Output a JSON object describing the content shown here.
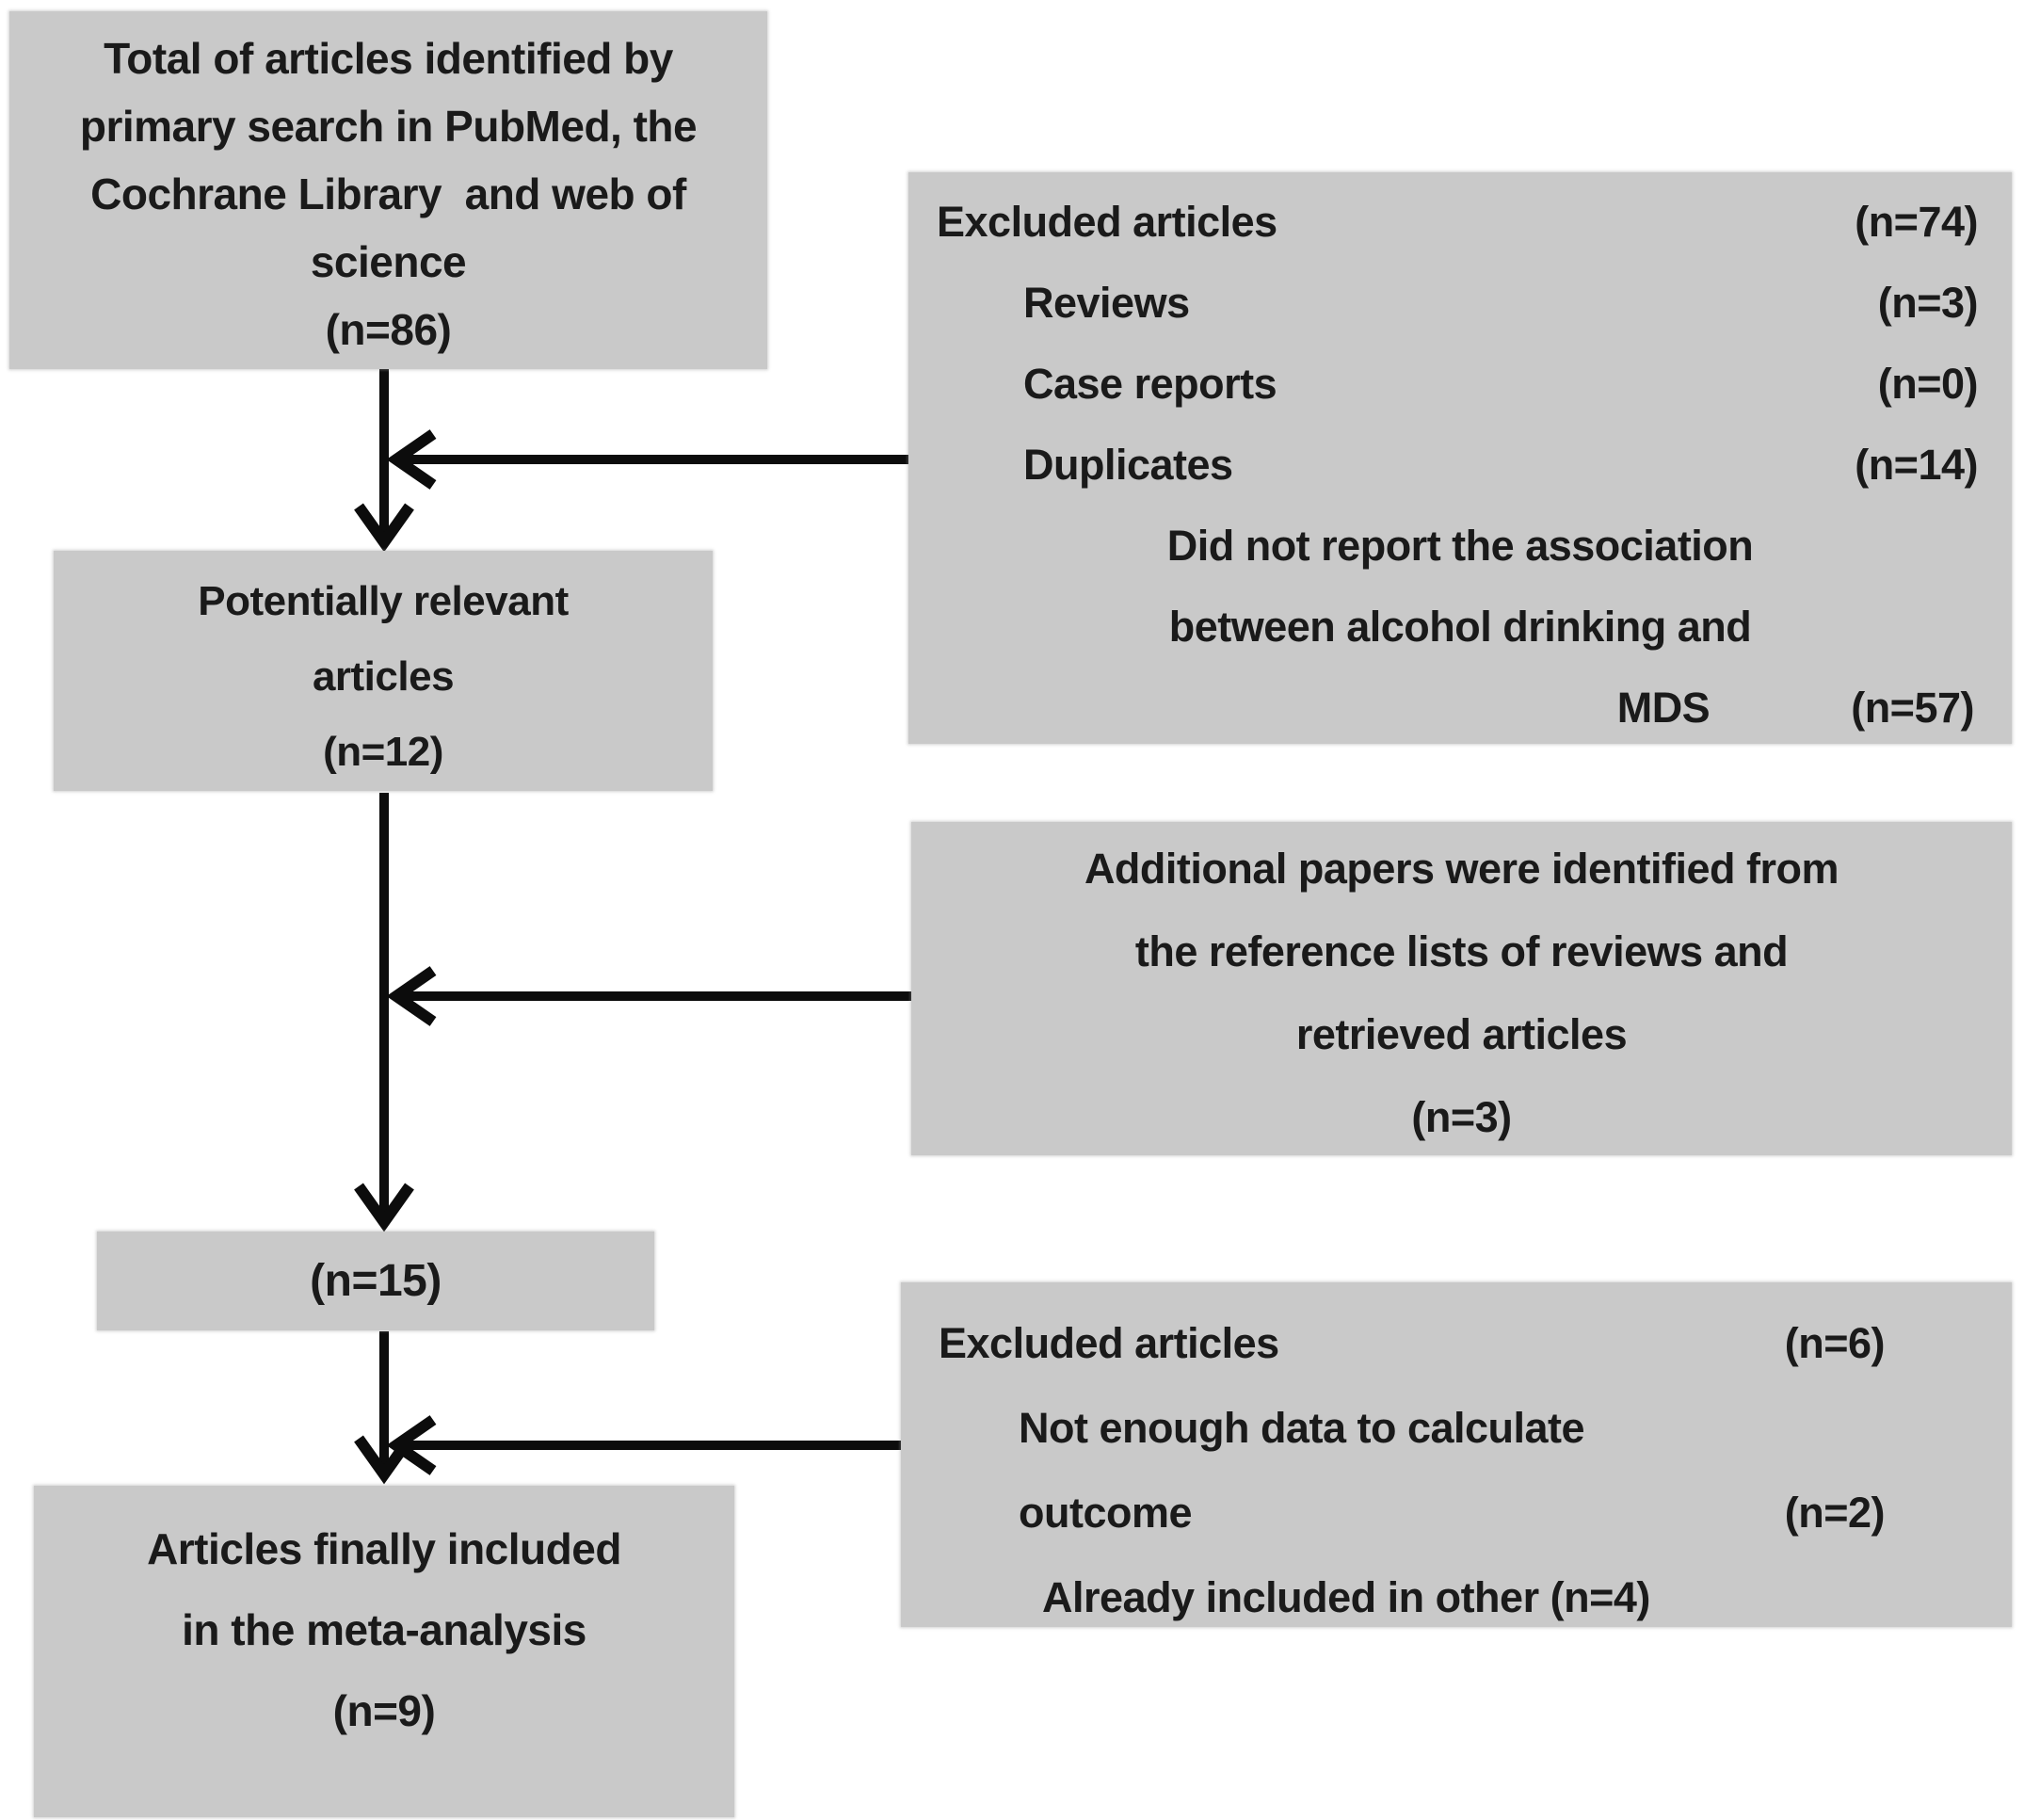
{
  "diagram": {
    "identified_box": {
      "lines": [
        "Total of articles identified by",
        "primary search in PubMed, the",
        "Cochrane Library  and web of",
        "science",
        "(n=86)"
      ]
    },
    "excluded_box_1": {
      "rows": [
        {
          "label": "Excluded articles",
          "value": "(n=74)"
        },
        {
          "label": "Reviews",
          "value": "(n=3)"
        },
        {
          "label": "Case reports",
          "value": "(n=0)"
        },
        {
          "label": "Duplicates",
          "value": "(n=14)"
        }
      ],
      "wrap_line_1": "Did not report the association",
      "wrap_line_2": "between alcohol drinking and",
      "wrap_label": "MDS",
      "wrap_value": "(n=57)"
    },
    "relevant_box": {
      "lines": [
        "Potentially relevant",
        "articles",
        "(n=12)"
      ]
    },
    "additional_box": {
      "lines": [
        "Additional papers were identified from",
        "the reference lists of reviews and",
        "retrieved articles",
        "(n=3)"
      ]
    },
    "n15_box": {
      "label": "(n=15)"
    },
    "excluded_box_2": {
      "row1": {
        "label": "Excluded articles",
        "value": "(n=6)"
      },
      "row2_label": "Not enough data  to  calculate",
      "row3": {
        "label": "outcome",
        "value": "(n=2)"
      },
      "row4_label": "Already included in other (n=4)"
    },
    "final_box": {
      "lines": [
        "Articles finally included",
        "in the meta-analysis",
        "(n=9)"
      ]
    }
  },
  "colors": {
    "box_fill": "#c9c9c9",
    "text": "#1a1a1a",
    "arrow": "#0c0c0c",
    "background": "#ffffff"
  }
}
